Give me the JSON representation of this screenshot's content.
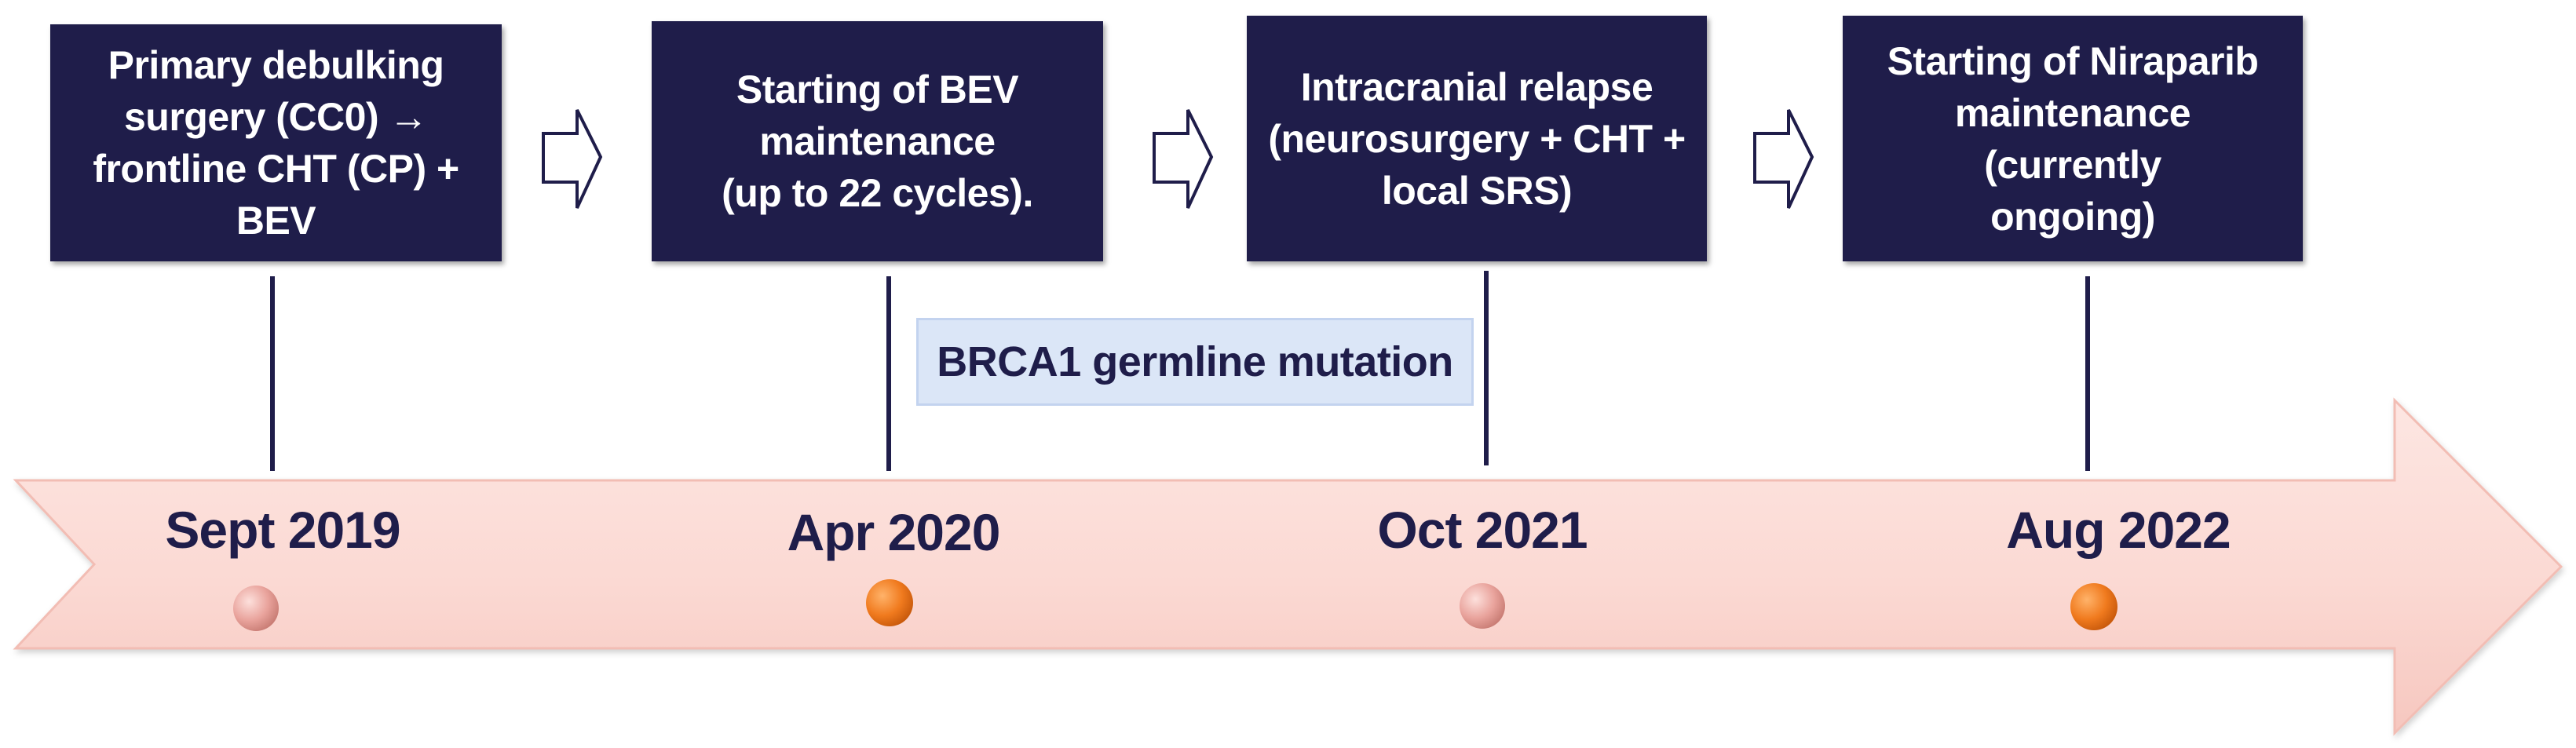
{
  "colors": {
    "box_fill": "#1f1d4a",
    "box_text": "#ffffff",
    "date_text": "#1f1d4a",
    "arrow_fill": "#fde3df",
    "arrow_fill_dark": "#f6c9c2",
    "note_fill": "#dbe6f7",
    "dot_orange": "#f07a1e",
    "dot_pink": "#e8a19b"
  },
  "events": [
    {
      "lines": [
        "Primary debulking",
        "surgery (CC0) →",
        "frontline CHT (CP) +",
        "BEV"
      ],
      "date": "Sept 2019",
      "dot": "pink-dot-icon"
    },
    {
      "lines": [
        "Starting of BEV",
        "maintenance",
        "(up to 22 cycles)."
      ],
      "date": "Apr 2020",
      "dot": "orange-dot-icon"
    },
    {
      "lines": [
        "Intracranial relapse",
        "(neurosurgery + CHT +",
        "local SRS)"
      ],
      "date": "Oct 2021",
      "dot": "pink-dot-icon"
    },
    {
      "lines": [
        "Starting of Niraparib",
        "maintenance (currently",
        "ongoing)"
      ],
      "date": "Aug 2022",
      "dot": "orange-dot-icon"
    }
  ],
  "note": {
    "text": "BRCA1 germline mutation"
  },
  "icons": {
    "step_arrow": "outline-right-arrow-icon",
    "timeline": "timeline-arrow"
  }
}
